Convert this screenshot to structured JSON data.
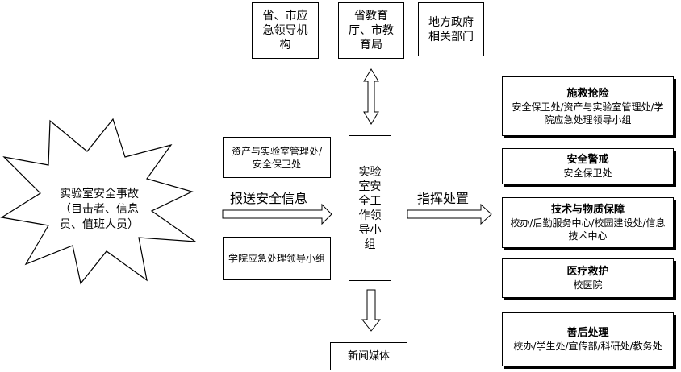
{
  "incident": {
    "line1": "实验室安全事故",
    "line2": "（目击者、信息",
    "line3": "员、值班人员）"
  },
  "top_units": [
    {
      "text": "省、市应急领导机构"
    },
    {
      "text": "省教育厅、市教育局"
    },
    {
      "text": "地方政府相关部门"
    }
  ],
  "left_units": [
    {
      "text": "资产与实验室管理处/安全保卫处"
    },
    {
      "text": "学院应急处理领导小组"
    }
  ],
  "center": {
    "text": "实验室安全工作领导小组"
  },
  "media": {
    "text": "新闻媒体"
  },
  "labels": {
    "report": "报送安全信息",
    "command": "指挥处置"
  },
  "responses": [
    {
      "title": "施救抢险",
      "desc": "安全保卫处/资产与实验室管理处/学院应急处理领导小组"
    },
    {
      "title": "安全警戒",
      "desc": "安全保卫处"
    },
    {
      "title": "技术与物质保障",
      "desc": "校办/后勤服务中心/校园建设处/信息技术中心"
    },
    {
      "title": "医疗救护",
      "desc": "校医院"
    },
    {
      "title": "善后处理",
      "desc": "校办/学生处/宣传部/科研处/教务处"
    }
  ]
}
